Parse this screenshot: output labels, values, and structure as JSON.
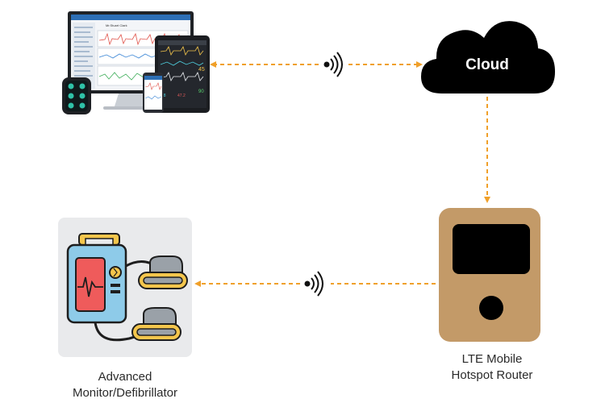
{
  "cloud": {
    "label": "Cloud"
  },
  "router": {
    "label_line1": "LTE Mobile",
    "label_line2": "Hotspot Router"
  },
  "device": {
    "label_line1": "Advanced",
    "label_line2": "Monitor/Defibrillator"
  },
  "dashboard": {
    "screen_title": "Mr.Stuart Clark"
  },
  "colors": {
    "arrow": "#f0a02a",
    "router_body": "#c39a68",
    "cloud_fill": "#000000",
    "monitor_body": "#8ecbe9",
    "monitor_screen": "#ef5b5b",
    "defib_handle": "#f4c64c"
  }
}
